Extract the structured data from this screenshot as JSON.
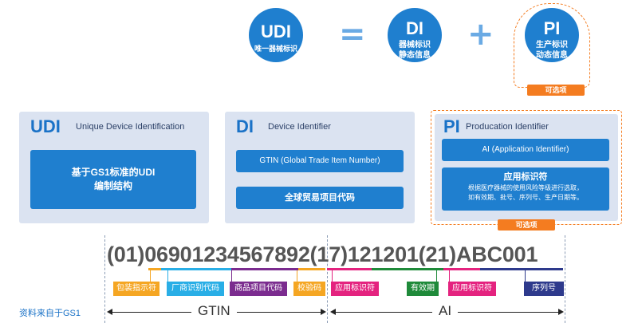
{
  "top": {
    "udi_title": "UDI",
    "udi_sub": "唯一器械标识",
    "equals": "=",
    "di_title": "DI",
    "di_sub1": "器械标识",
    "di_sub2": "静态信息",
    "plus": "+",
    "pi_title": "PI",
    "pi_sub1": "生产标识",
    "pi_sub2": "动态信息",
    "optional": "可选项"
  },
  "panels": {
    "udi": {
      "title": "UDI",
      "subtitle": "Unique Device Identification",
      "box_line1": "基于GS1标准的UDI",
      "box_line2": "编制结构"
    },
    "di": {
      "title": "DI",
      "subtitle": "Device Identifier",
      "box1": "GTIN  (Global Trade Item Number)",
      "box2": "全球贸易项目代码"
    },
    "pi": {
      "title": "PI",
      "subtitle": "Producation Identifier",
      "box1": "AI  (Application Identifier)",
      "box2_title": "应用标识符",
      "box2_line1": "根据医疗器械的使用风险等级进行选取，",
      "box2_line2": "如有效期、批号、序列号、生产日期等。",
      "optional": "可选项"
    }
  },
  "barcode": {
    "text": "(01)06901234567892(17)121201(21)ABC001",
    "segments": [
      {
        "label": "包装指示符",
        "color": "#f5a623"
      },
      {
        "label": "厂商识别代码",
        "color": "#29aee6"
      },
      {
        "label": "商品项目代码",
        "color": "#7b2c8f"
      },
      {
        "label": "校验码",
        "color": "#f5a623"
      },
      {
        "label": "应用标识符",
        "color": "#e4237f"
      },
      {
        "label": "有效期",
        "color": "#1f8a3a"
      },
      {
        "label": "应用标识符",
        "color": "#e4237f"
      },
      {
        "label": "序列号",
        "color": "#2e3a8c"
      }
    ]
  },
  "bottom": {
    "source": "资料来自于GS1",
    "gtin_label": "GTIN",
    "ai_label": "AI"
  },
  "colors": {
    "blue": "#1f7fcf",
    "panel": "#dbe3f1",
    "orange": "#f47c20"
  }
}
